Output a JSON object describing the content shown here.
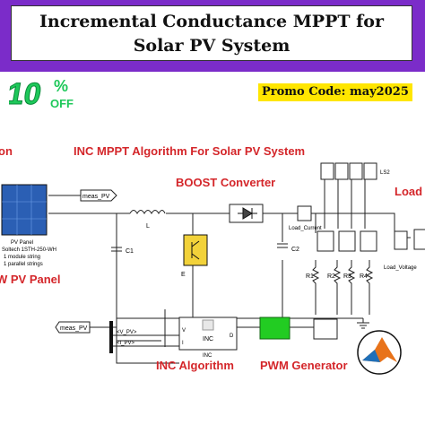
{
  "title": {
    "line1": "Incremental Conductance MPPT for",
    "line2": "Solar PV System"
  },
  "badge": {
    "number": "10",
    "percent": "%",
    "off": "OFF",
    "color": "#1ec85a"
  },
  "promo": {
    "text": "Promo Code: may2025"
  },
  "diagram": {
    "heading_left": "on",
    "heading_main": "INC MPPT Algorithm For Solar PV System",
    "boost_label": "BOOST Converter",
    "load_label": "Load",
    "pv_block": {
      "name": "PV Panel",
      "line1": "Soltech 1STH-250-WH",
      "line2": "1 module string",
      "line3": "1 parallel strings"
    },
    "pv_panel_label": "W PV Panel",
    "meas_pv_top": "meas_PV",
    "meas_pv_bottom": "meas_PV",
    "L_label": "L",
    "C1_label": "C1",
    "C2_label": "C2",
    "E_label": "E",
    "load_current": "Load_Current",
    "load_voltage": "Load_Voltage",
    "ls2": "LS2",
    "r1": "R1",
    "r2": "R2",
    "r3": "R3",
    "r4": "R4",
    "v_pv": "<V_PV>",
    "i_pv": "<I_PV>",
    "inc_block": "INC",
    "inc_port_v": "V",
    "inc_port_i": "I",
    "inc_port_d": "D",
    "inc_caption": "INC",
    "inc_algorithm": "INC Algorithm",
    "pwm_generator": "PWM Generator",
    "colors": {
      "red_text": "#d4262a",
      "purple": "#7b2cc9",
      "yellow": "#ffe600",
      "pwm_green": "#22cc22",
      "igbt_yellow": "#f2d23a"
    }
  }
}
